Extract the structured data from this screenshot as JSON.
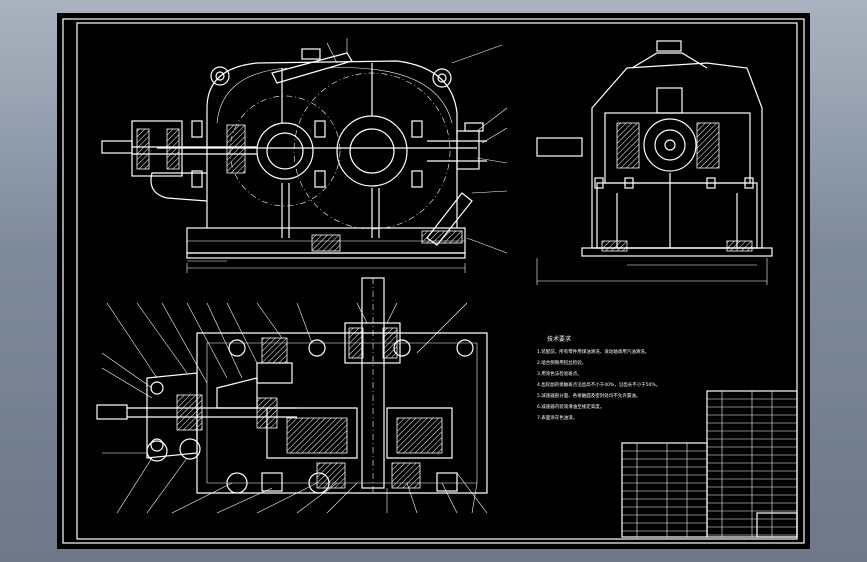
{
  "drawing": {
    "notes_title": "技术要求",
    "notes": [
      "1.装配前，所有零件用煤油清洗，滚动轴承用汽油清洗。",
      "2.啮合侧隙用铅丝检验。",
      "3.用涂色法检验斑点。",
      "4.齿轮副的接触斑点沿齿高不小于40%，沿齿长不小于50%。",
      "5.减速器剖分面、各接触面及密封处均不允许漏油。",
      "6.减速器内装润滑油至规定高度。",
      "7.表面涂灰色油漆。"
    ]
  }
}
